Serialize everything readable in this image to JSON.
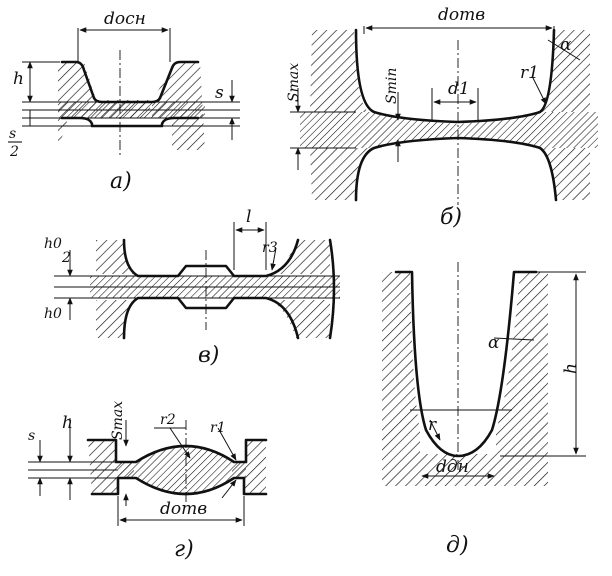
{
  "figures": {
    "a": {
      "caption": "а)",
      "labels": {
        "d_base": "dосн",
        "h": "h",
        "s": "s",
        "s_half_num": "s",
        "s_half_den": "2"
      }
    },
    "b": {
      "caption": "б)",
      "labels": {
        "d_hole": "dотв",
        "s_max": "Smax",
        "s_min": "Smin",
        "d1": "d1",
        "alpha": "α",
        "r1": "r1"
      }
    },
    "v": {
      "caption": "в)",
      "labels": {
        "h0_num": "h0",
        "h0_den": "2",
        "h0": "h0",
        "l": "l",
        "r3": "r3"
      }
    },
    "g": {
      "caption": "г)",
      "labels": {
        "s": "s",
        "h": "h",
        "s_max": "Smax",
        "r2": "r2",
        "r1": "r1",
        "d_hole": "dотв"
      }
    },
    "d": {
      "caption": "д)",
      "labels": {
        "alpha": "α",
        "h": "h",
        "r": "r",
        "d_bottom": "dдн"
      }
    }
  }
}
